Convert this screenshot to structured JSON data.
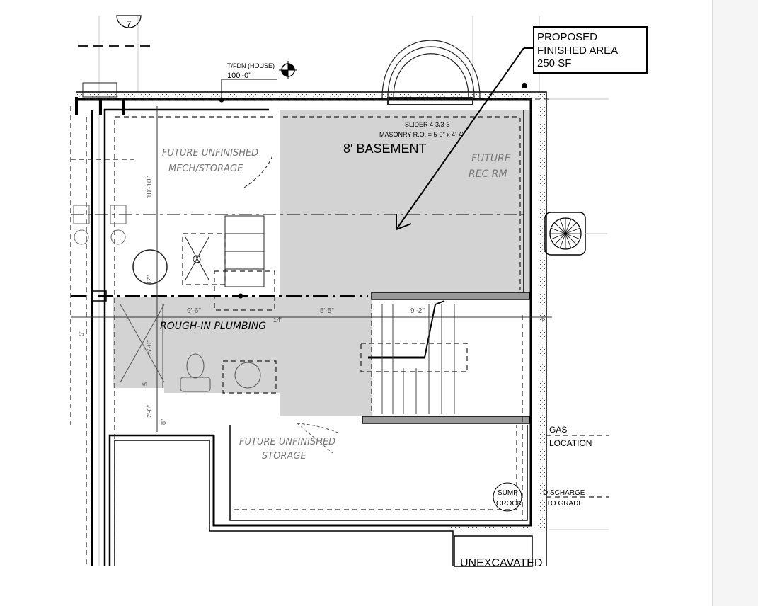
{
  "callout": {
    "line1": "PROPOSED",
    "line2": "FINISHED AREA",
    "line3": "250 SF"
  },
  "labels": {
    "foundation_tag": "T/FDN (HOUSE)",
    "foundation_elev": "100'-0\"",
    "slider_line1": "SLIDER 4-3/3-6",
    "slider_line2": "MASONRY R.O. = 5-0\" x 4'-4\"",
    "basement": "8' BASEMENT",
    "future_rec_1": "FUTURE",
    "future_rec_2": "REC RM",
    "mech_1": "FUTURE UNFINISHED",
    "mech_2": "MECH/STORAGE",
    "rough_in": "ROUGH-IN PLUMBING",
    "storage_1": "FUTURE UNFINISHED",
    "storage_2": "STORAGE",
    "gas_1": "GAS",
    "gas_2": "LOCATION",
    "sump_1": "SUMP",
    "sump_2": "CROCK",
    "discharge_1": "DISCHARGE",
    "discharge_2": "TO GRADE",
    "unexcavated": "UNEXCAVATED"
  },
  "dimensions": {
    "d_10_10": "10'-10\"",
    "d_9_6": "9'-6\"",
    "d_5_5": "5'-5\"",
    "d_9_2": "9'-2\"",
    "d_12": "12\"",
    "d_5_0": "5'-0\"",
    "d_2_0": "2'-0\"",
    "d_8": "8\"",
    "d_5": "5'",
    "d_6": "6\"",
    "d_5b": "5'",
    "d_14": "14\""
  },
  "colors": {
    "finished_area_fill": "#d3d3d3",
    "line": "#000000",
    "faint": "#9a9a9a"
  }
}
